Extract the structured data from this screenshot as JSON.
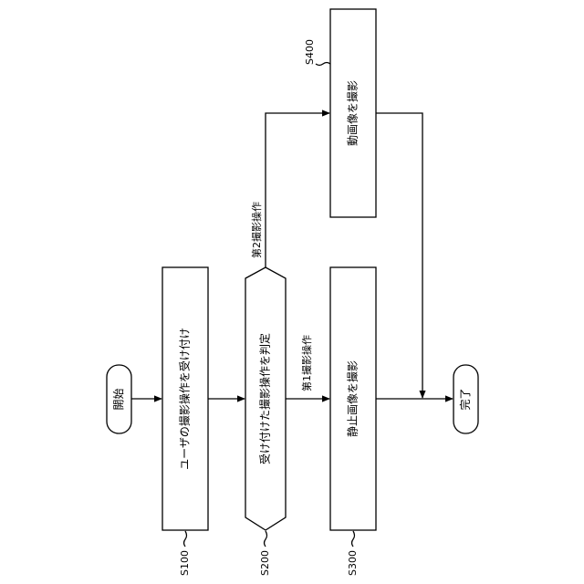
{
  "diagram": {
    "start": "開始",
    "end": "完了",
    "s100_text": "ユーザの撮影操作を受け付け",
    "s200_text": "受け付けた撮影操作を判定",
    "s300_text": "静止画像を撮影",
    "s400_text": "動画像を撮影",
    "branch_first": "第1撮影操作",
    "branch_second": "第2撮影操作",
    "step_labels": {
      "s100": "S100",
      "s200": "S200",
      "s300": "S300",
      "s400": "S400"
    }
  }
}
